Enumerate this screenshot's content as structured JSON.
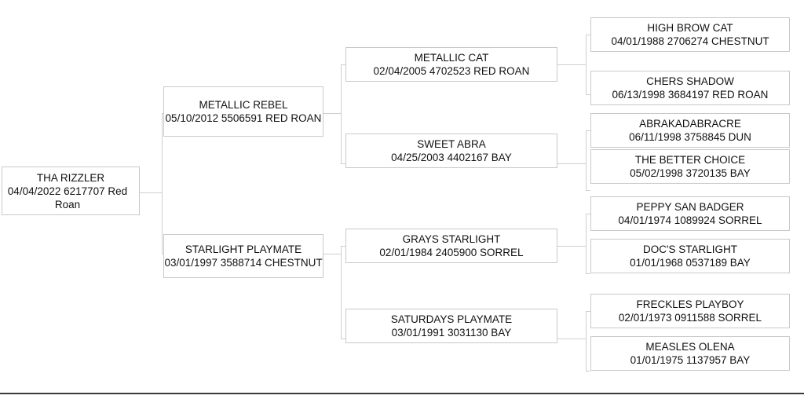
{
  "diagram": {
    "type": "pedigree-tree",
    "orientation": "left-to-right",
    "generations": 4,
    "box_border_color": "#c9c9c9",
    "line_color": "#cfcfcf",
    "rule_color": "#3a3a3a",
    "background": "#ffffff"
  },
  "nodes": {
    "subject": {
      "name": "THA RIZZLER",
      "details": "04/04/2022 6217707 Red Roan",
      "birthdate": "04/04/2022",
      "registration": "6217707",
      "color": "Red Roan"
    },
    "sire": {
      "name": "METALLIC REBEL",
      "details": "05/10/2012 5506591 RED ROAN",
      "birthdate": "05/10/2012",
      "registration": "5506591",
      "color": "RED ROAN"
    },
    "dam": {
      "name": "STARLIGHT PLAYMATE",
      "details": "03/01/1997 3588714 CHESTNUT",
      "birthdate": "03/01/1997",
      "registration": "3588714",
      "color": "CHESTNUT"
    },
    "sire_sire": {
      "name": "METALLIC CAT",
      "details": "02/04/2005 4702523 RED ROAN",
      "birthdate": "02/04/2005",
      "registration": "4702523",
      "color": "RED ROAN"
    },
    "sire_dam": {
      "name": "SWEET ABRA",
      "details": "04/25/2003 4402167 BAY",
      "birthdate": "04/25/2003",
      "registration": "4402167",
      "color": "BAY"
    },
    "dam_sire": {
      "name": "GRAYS STARLIGHT",
      "details": "02/01/1984 2405900 SORREL",
      "birthdate": "02/01/1984",
      "registration": "2405900",
      "color": "SORREL"
    },
    "dam_dam": {
      "name": "SATURDAYS PLAYMATE",
      "details": "03/01/1991 3031130 BAY",
      "birthdate": "03/01/1991",
      "registration": "3031130",
      "color": "BAY"
    },
    "ss_sire": {
      "name": "HIGH BROW CAT",
      "details": "04/01/1988 2706274 CHESTNUT",
      "birthdate": "04/01/1988",
      "registration": "2706274",
      "color": "CHESTNUT"
    },
    "ss_dam": {
      "name": "CHERS SHADOW",
      "details": "06/13/1998 3684197 RED ROAN",
      "birthdate": "06/13/1998",
      "registration": "3684197",
      "color": "RED ROAN"
    },
    "sd_sire": {
      "name": "ABRAKADABRACRE",
      "details": "06/11/1998 3758845 DUN",
      "birthdate": "06/11/1998",
      "registration": "3758845",
      "color": "DUN"
    },
    "sd_dam": {
      "name": "THE BETTER CHOICE",
      "details": "05/02/1998 3720135 BAY",
      "birthdate": "05/02/1998",
      "registration": "3720135",
      "color": "BAY"
    },
    "ds_sire": {
      "name": "PEPPY SAN BADGER",
      "details": "04/01/1974 1089924 SORREL",
      "birthdate": "04/01/1974",
      "registration": "1089924",
      "color": "SORREL"
    },
    "ds_dam": {
      "name": "DOC'S STARLIGHT",
      "details": "01/01/1968 0537189 BAY",
      "birthdate": "01/01/1968",
      "registration": "0537189",
      "color": "BAY"
    },
    "dd_sire": {
      "name": "FRECKLES PLAYBOY",
      "details": "02/01/1973 0911588 SORREL",
      "birthdate": "02/01/1973",
      "registration": "0911588",
      "color": "SORREL"
    },
    "dd_dam": {
      "name": "MEASLES OLENA",
      "details": "01/01/1975 1137957 BAY",
      "birthdate": "01/01/1975",
      "registration": "1137957",
      "color": "BAY"
    }
  }
}
